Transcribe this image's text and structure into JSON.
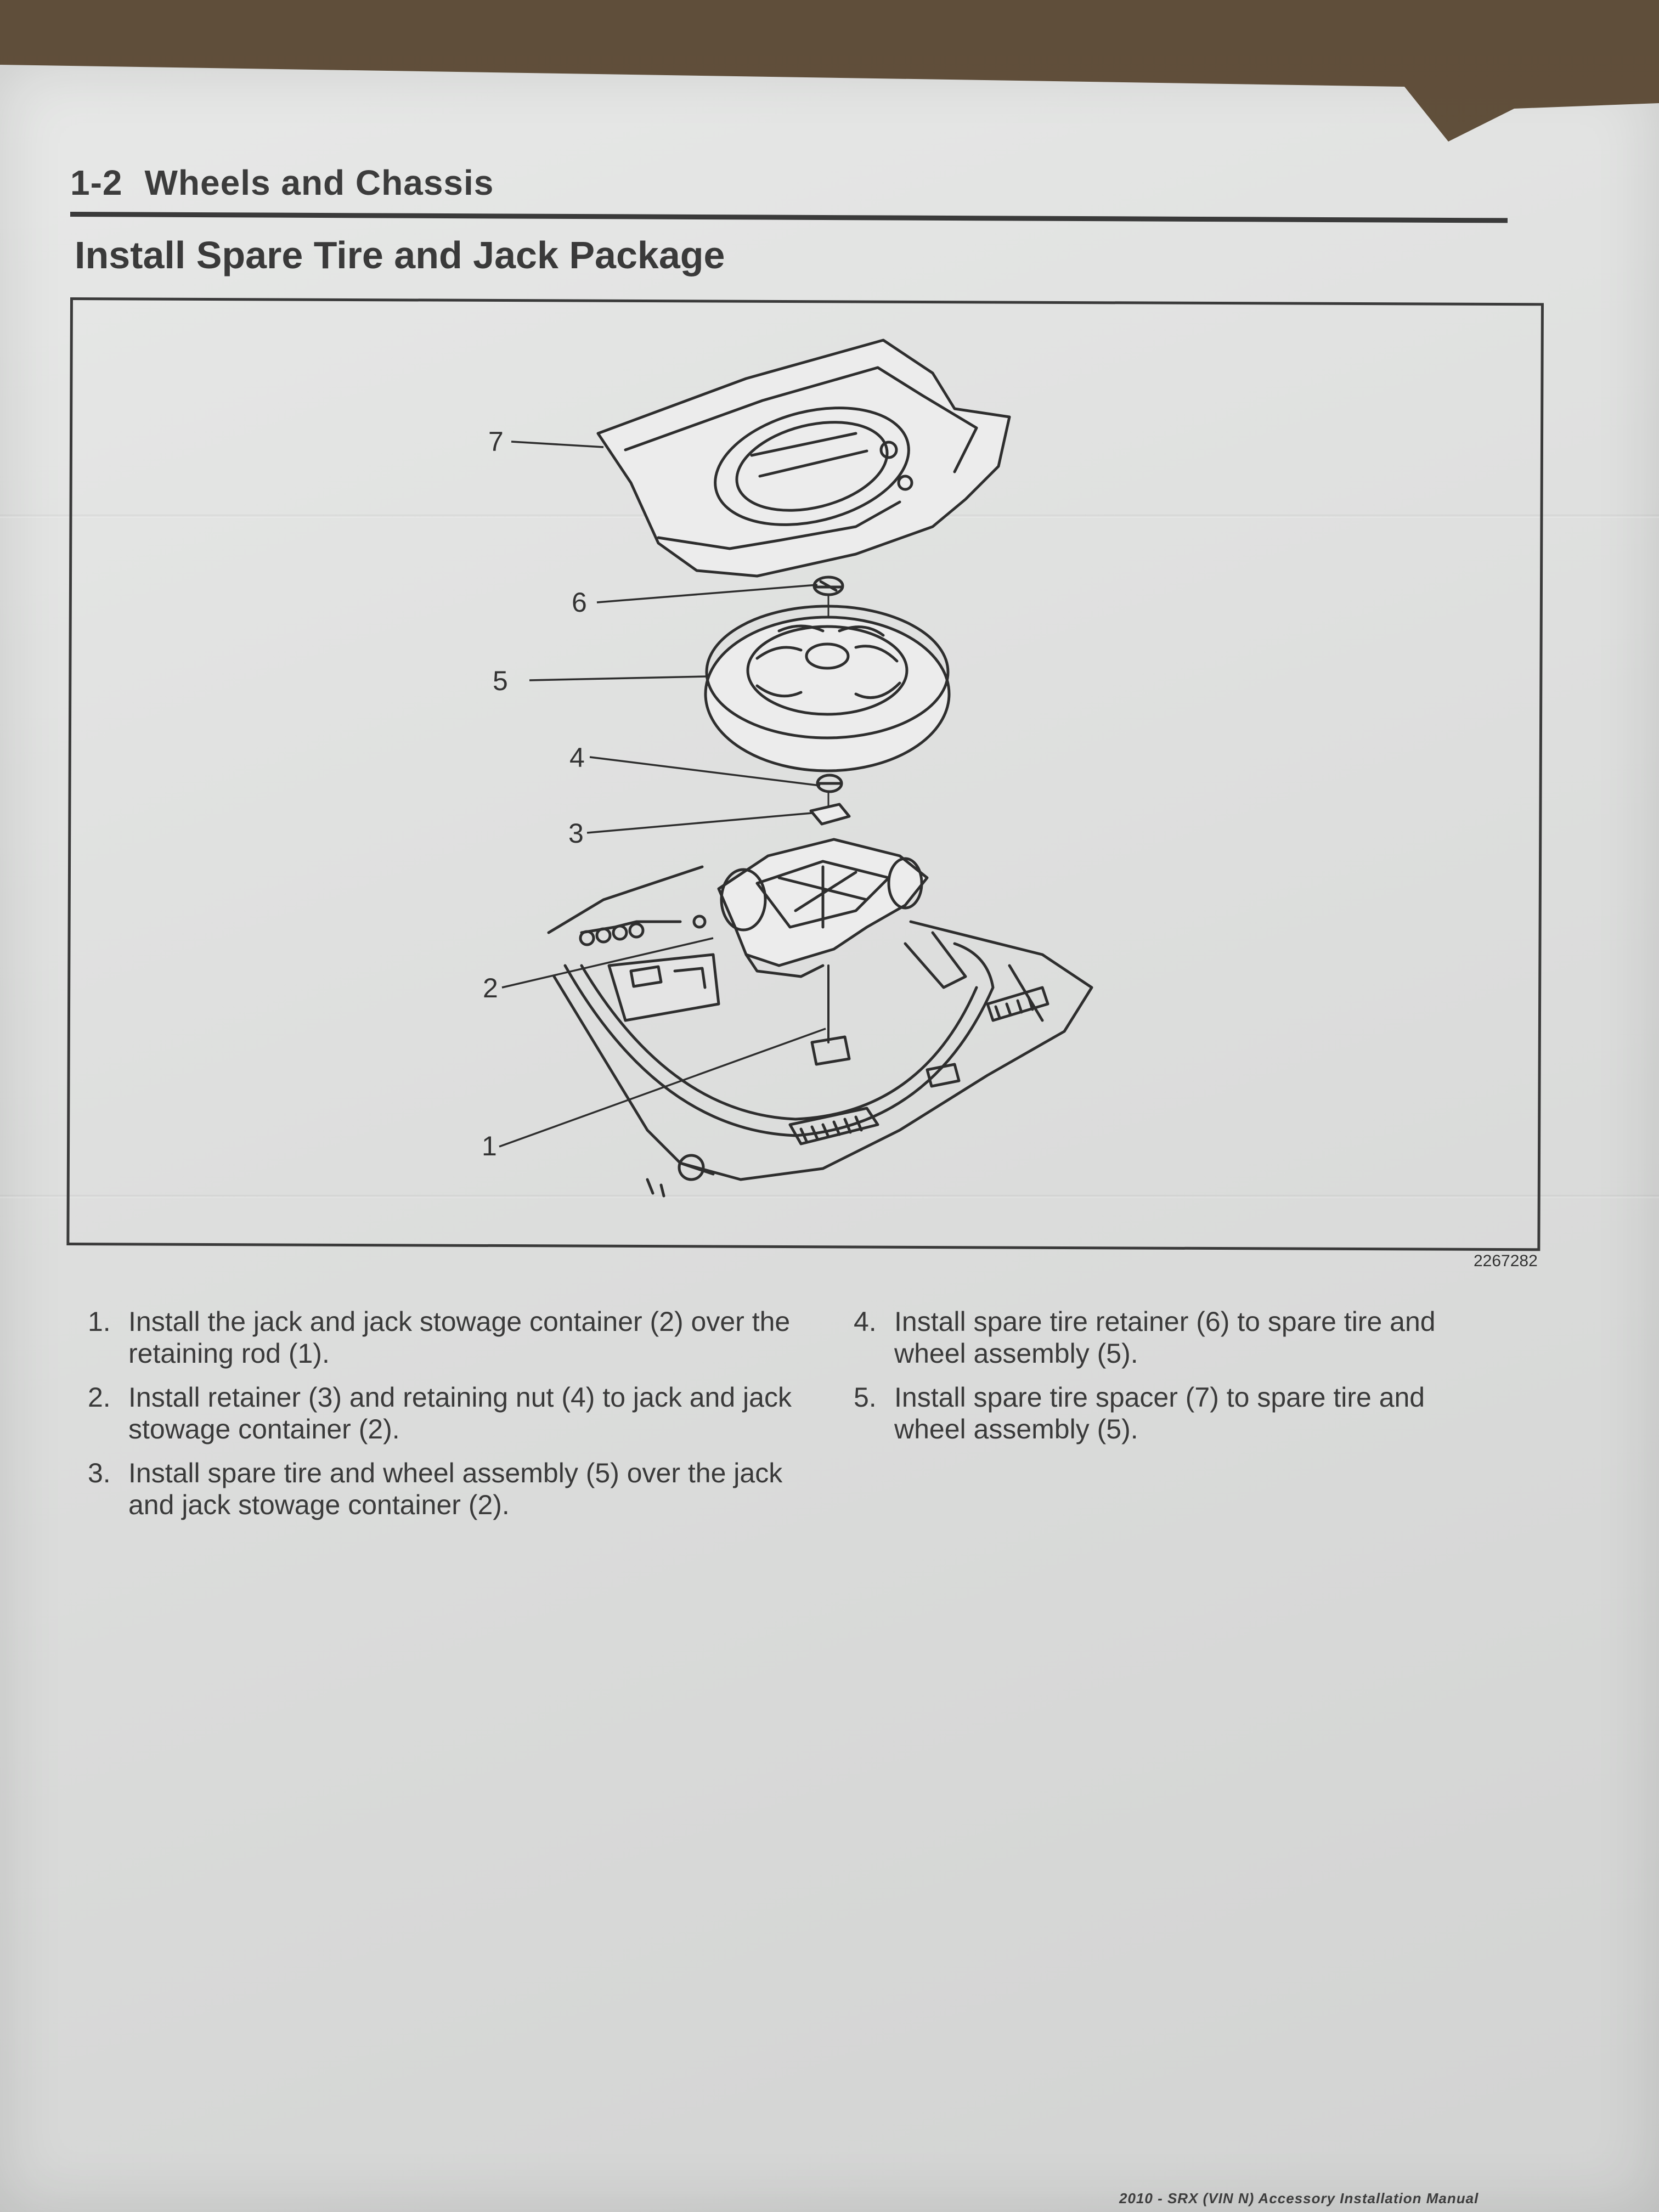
{
  "header": {
    "section_number": "1-2",
    "section_title": "Wheels and Chassis"
  },
  "title": "Install Spare Tire and Jack Package",
  "figure": {
    "callouts": [
      "7",
      "6",
      "5",
      "4",
      "3",
      "2",
      "1"
    ],
    "figure_number": "2267282"
  },
  "steps": [
    {
      "num": "1.",
      "text": "Install the jack and jack stowage container (2) over the retaining rod (1)."
    },
    {
      "num": "2.",
      "text": "Install retainer (3) and retaining nut (4) to jack and jack stowage container (2)."
    },
    {
      "num": "3.",
      "text": "Install spare tire and wheel assembly (5) over the jack and jack stowage container (2)."
    },
    {
      "num": "4.",
      "text": "Install spare tire retainer (6) to spare tire and wheel assembly (5)."
    },
    {
      "num": "5.",
      "text": "Install spare tire spacer (7) to spare tire and wheel assembly (5)."
    }
  ],
  "footer": "2010 - SRX (VIN N) Accessory Installation Manual"
}
